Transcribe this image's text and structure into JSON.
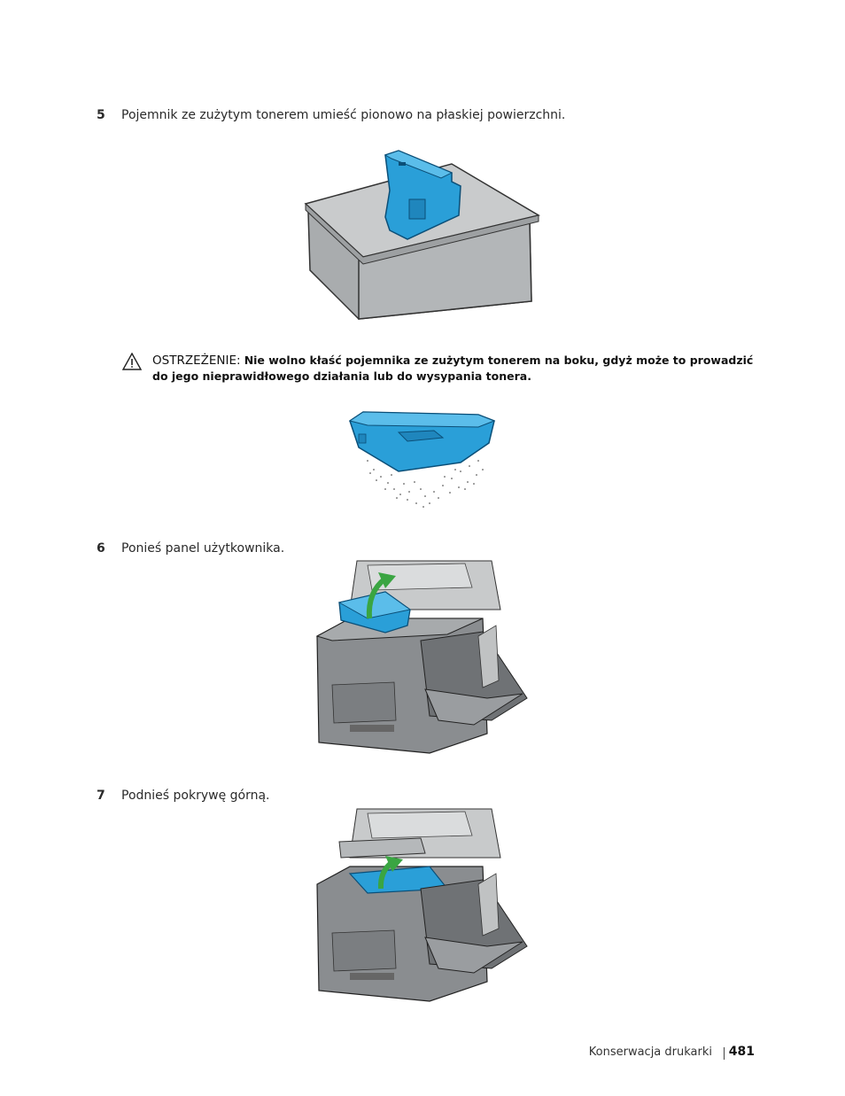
{
  "steps": [
    {
      "num": "5",
      "text": "Pojemnik ze zużytym tonerem umieść pionowo na płaskiej powierzchni."
    },
    {
      "num": "6",
      "text": "Ponieś panel użytkownika."
    },
    {
      "num": "7",
      "text": "Podnieś pokrywę górną."
    }
  ],
  "warning": {
    "label": "OSTRZEŻENIE:",
    "text": "Nie wolno kłaść pojemnika ze zużytym tonerem na boku, gdyż może to prowadzić do jego nieprawidłowego działania lub do wysypania tonera."
  },
  "footer": {
    "section": "Konserwacja drukarki",
    "page": "481"
  },
  "colors": {
    "accent_blue": "#2a9fd8",
    "arrow_green": "#3aa542",
    "printer_gray": "#8a8d90"
  },
  "icons": [
    "warning-triangle-icon"
  ]
}
